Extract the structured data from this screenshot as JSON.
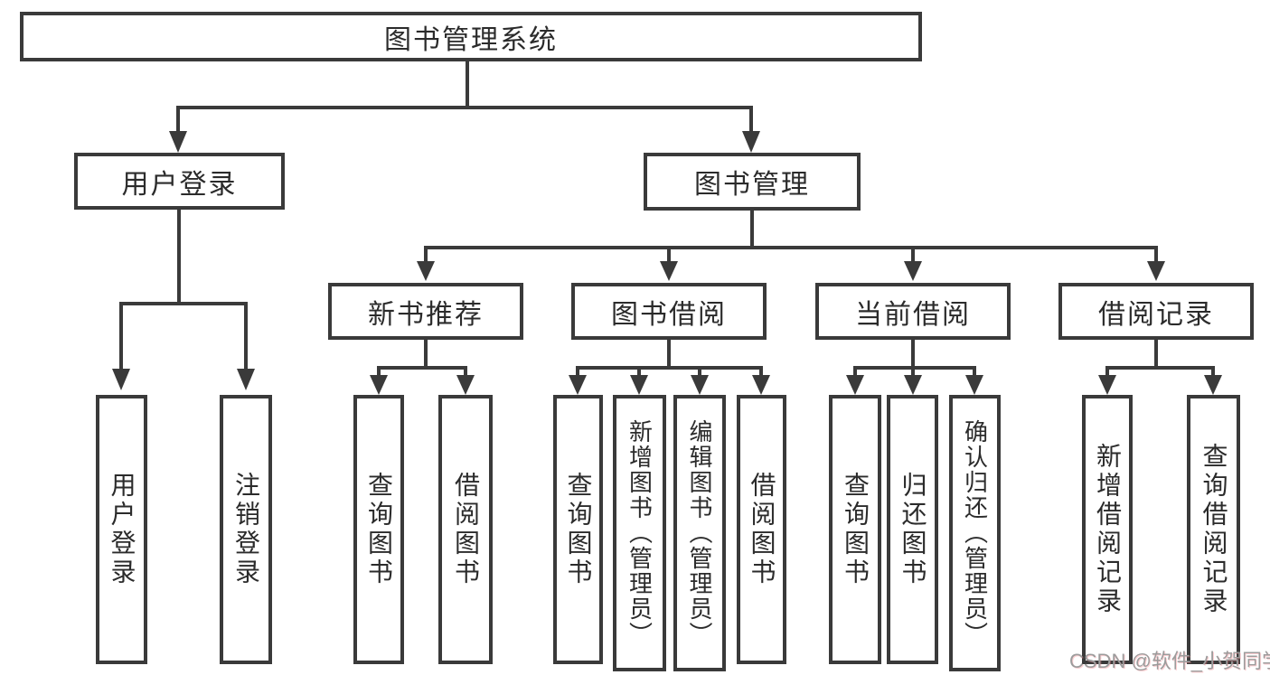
{
  "diagram": {
    "root": "图书管理系统",
    "level1": {
      "user_login": "用户登录",
      "book_management": "图书管理"
    },
    "level2": {
      "new_book_recommendation": "新书推荐",
      "book_borrowing": "图书借阅",
      "current_borrowing": "当前借阅",
      "borrowing_records": "借阅记录"
    },
    "leaves": {
      "user_login": "用户登录",
      "logout": "注销登录",
      "nb_query_books": "查询图书",
      "nb_borrow_books": "借阅图书",
      "bb_query_books": "查询图书",
      "bb_add_books_admin": "新增图书（管理员）",
      "bb_edit_books_admin": "编辑图书（管理员）",
      "bb_borrow_books": "借阅图书",
      "cb_query_books": "查询图书",
      "cb_return_books": "归还图书",
      "cb_confirm_return_admin": "确认归还（管理员）",
      "br_add_record": "新增借阅记录",
      "br_query_record": "查询借阅记录"
    }
  },
  "watermark": "CSDN @软件_小贺同学",
  "colors": {
    "line": "#3a3a3a",
    "text": "#2b2b2b",
    "background": "#ffffff",
    "watermark": "#9c9c9c"
  }
}
